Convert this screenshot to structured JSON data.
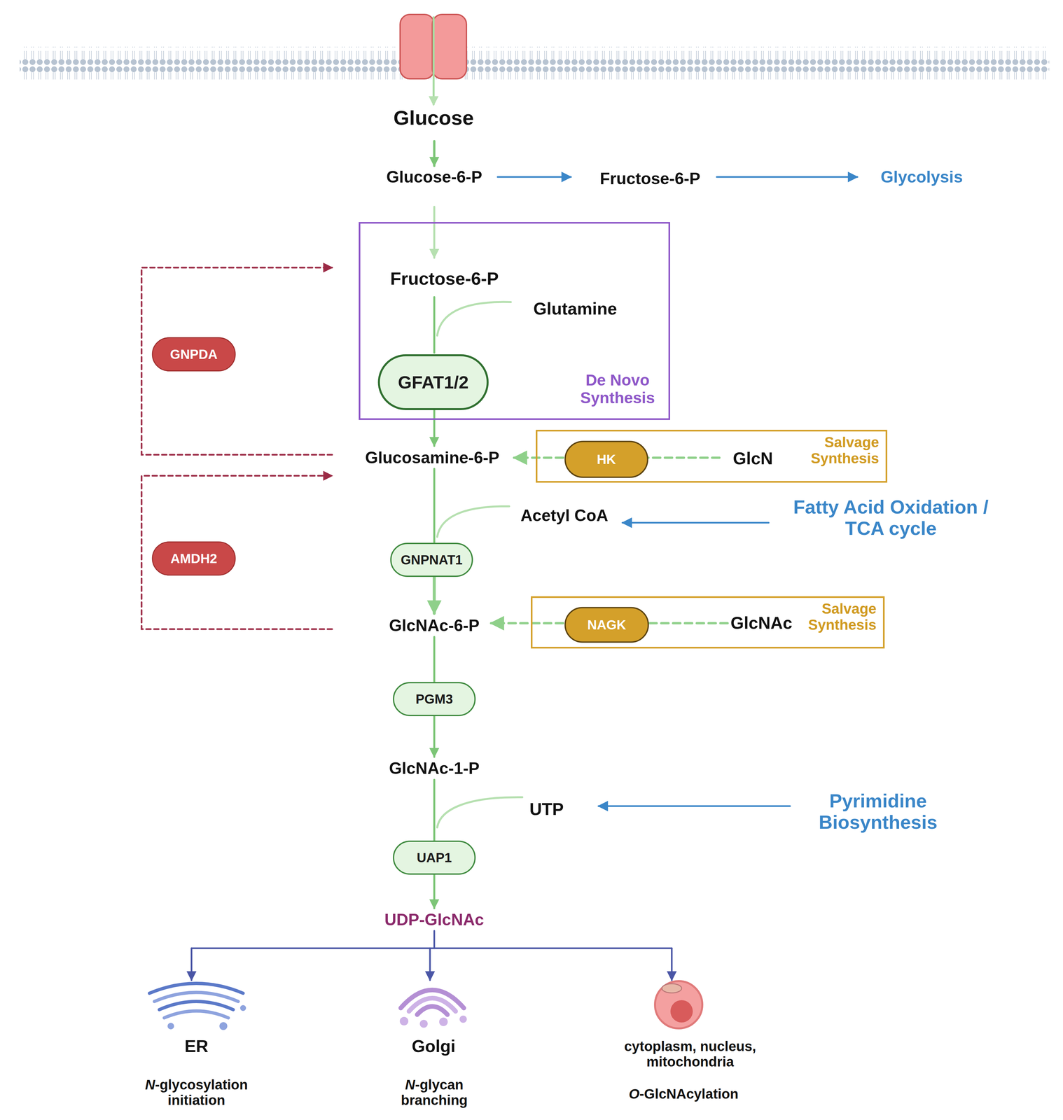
{
  "diagram": {
    "nodes": [
      {
        "text": [
          "De Novo Synthesis"
        ]
      },
      {
        "text": [
          "GFAT1/2"
        ],
        "in": 0
      },
      {
        "text": [
          "GNPDA"
        ]
      },
      {
        "text": [
          "Salvage Synthesis"
        ]
      },
      {
        "text": [
          "HK"
        ],
        "in": 3
      },
      {
        "text": [
          "GNPNAT1"
        ]
      },
      {
        "text": [
          "AMDH2"
        ]
      },
      {
        "text": [
          "Salvage Synthesis"
        ]
      },
      {
        "text": [
          "NAGK"
        ],
        "in": 7
      },
      {
        "text": [
          "PGM3"
        ]
      },
      {
        "text": [
          "UAP1"
        ]
      }
    ],
    "labels": [
      "Glucose",
      "Glucose-6-P",
      "Fructose-6-P",
      "Glycolysis",
      "Fructose-6-P",
      "Glutamine",
      "Glucosamine-6-P",
      "GlcN",
      "Acetyl CoA",
      "Fatty Acid Oxidation / TCA cycle",
      "GlcNAc-6-P",
      "GlcNAc",
      "GlcNAc-1-P",
      "UTP",
      "Pyrimidine Biosynthesis",
      "UDP-GlcNAc",
      "ER",
      "N-glycosylation initiation",
      "Golgi",
      "N-glycan branching",
      "cytoplasm, nucleus, mitochondria",
      "O-GlcNAcylation"
    ]
  }
}
